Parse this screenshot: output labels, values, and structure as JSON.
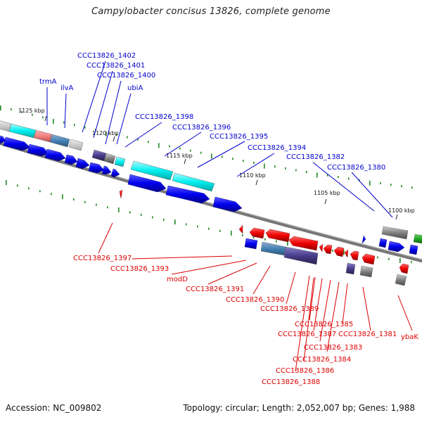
{
  "title": "Campylobacter concisus 13826, complete genome",
  "footer": {
    "accession": "Accession: NC_009802",
    "summary": "Topology: circular; Length: 2,052,007 bp; Genes: 1,988"
  },
  "colors": {
    "plus_strand": "#0000ee",
    "minus_strand": "#ee0000",
    "label_blue": "#0000cc",
    "label_red": "#dd0000",
    "backbone": "#808080",
    "gc_ticks": "#228822"
  },
  "ticks": [
    {
      "label": "1125 kbp"
    },
    {
      "label": "1120 kbp"
    },
    {
      "label": "1115 kbp"
    },
    {
      "label": "1110 kbp"
    },
    {
      "label": "1105 kbp"
    },
    {
      "label": "1100 kbp"
    }
  ],
  "labels_top": [
    {
      "text": "CCC13826_1402"
    },
    {
      "text": "CCC13826_1401"
    },
    {
      "text": "CCC13826_1400"
    },
    {
      "text": "trmA"
    },
    {
      "text": "ilvA"
    },
    {
      "text": "ubiA"
    },
    {
      "text": "CCC13826_1398"
    },
    {
      "text": "CCC13826_1396"
    },
    {
      "text": "CCC13826_1395"
    },
    {
      "text": "CCC13826_1394"
    },
    {
      "text": "CCC13826_1382"
    },
    {
      "text": "CCC13826_1380"
    }
  ],
  "labels_bottom": [
    {
      "text": "CCC13826_1397"
    },
    {
      "text": "CCC13826_1393"
    },
    {
      "text": "modD"
    },
    {
      "text": "CCC13826_1391"
    },
    {
      "text": "CCC13826_1390"
    },
    {
      "text": "CCC13826_1389"
    },
    {
      "text": "CCC13826_1385"
    },
    {
      "text": "CCC13826_1387"
    },
    {
      "text": "CCC13826_1381"
    },
    {
      "text": "CCC13826_1383"
    },
    {
      "text": "CCC13826_1384"
    },
    {
      "text": "CCC13826_1386"
    },
    {
      "text": "CCC13826_1388"
    },
    {
      "text": "ybaK"
    }
  ]
}
